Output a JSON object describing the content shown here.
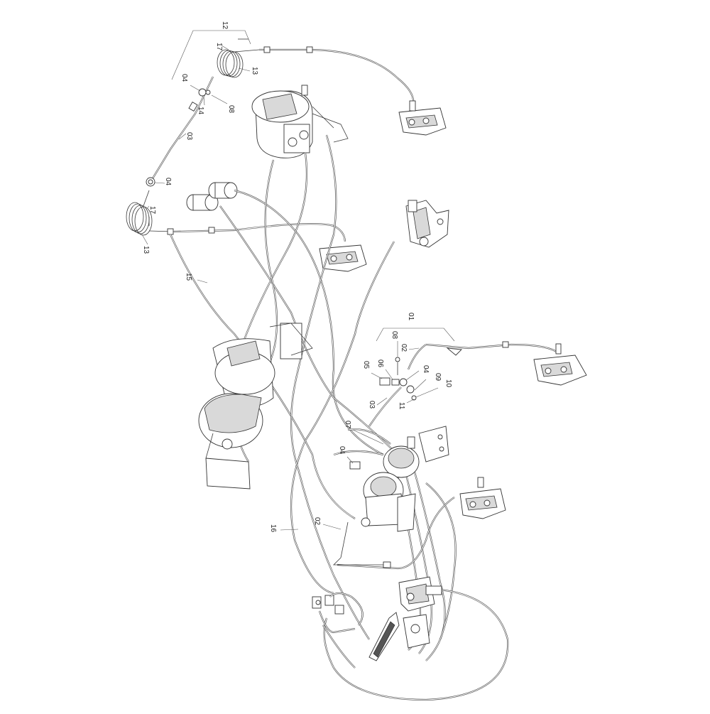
{
  "diagram": {
    "labels": {
      "l12": "12",
      "l17a": "17",
      "l13a": "13",
      "l04a": "04",
      "l14": "14",
      "l08a": "08",
      "l03a": "03",
      "l04b": "04",
      "l17b": "17",
      "l13b": "13",
      "l15": "15",
      "l01": "01",
      "l08b": "08",
      "l02a": "02",
      "l05": "05",
      "l06": "06",
      "l04c": "04",
      "l09": "09",
      "l10": "10",
      "l03b": "03",
      "l11": "11",
      "l07": "07",
      "l04d": "04",
      "l02b": "02",
      "l16": "16"
    }
  }
}
